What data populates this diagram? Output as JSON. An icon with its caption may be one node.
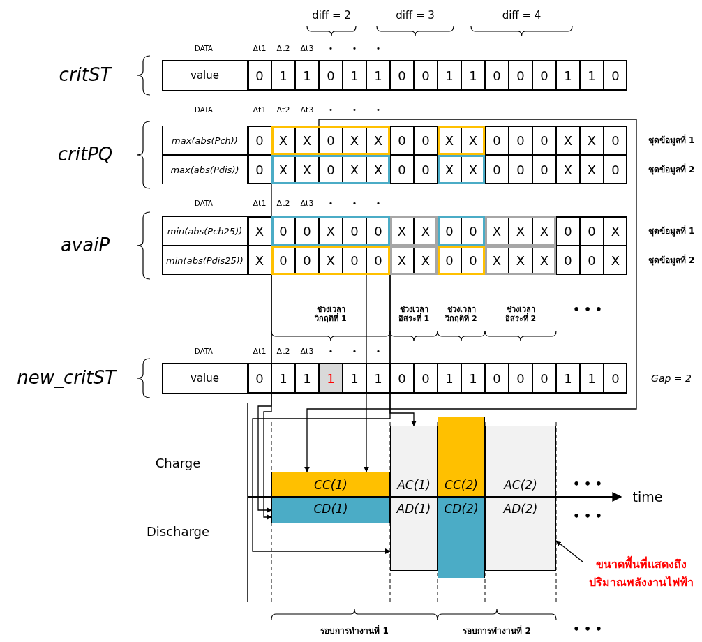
{
  "diagram": {
    "nodes": [
      {
        "text": [],
        "shape": "box"
      },
      {
        "text": [],
        "shape": "box"
      },
      {
        "text": [],
        "shape": "box"
      },
      {
        "text": [],
        "shape": "box"
      },
      {
        "text": [],
        "shape": "box"
      },
      {
        "text": [],
        "shape": "box"
      },
      {
        "text": [],
        "shape": "box"
      },
      {
        "text": [],
        "shape": "box"
      },
      {
        "text": [],
        "shape": "box"
      },
      {
        "text": [],
        "shape": "box"
      },
      {
        "text": [],
        "shape": "box"
      },
      {
        "text": [],
        "shape": "box"
      },
      {
        "text": [
          "CC(1)"
        ]
      },
      {
        "text": [
          "AC(1)"
        ]
      },
      {
        "text": [
          "CC(2)"
        ]
      },
      {
        "text": [
          "AC(2)"
        ]
      },
      {
        "text": [
          "CD(1)"
        ]
      },
      {
        "text": [
          "AD(1)"
        ]
      },
      {
        "text": [
          "CD(2)"
        ]
      },
      {
        "text": [
          "AD(2)"
        ]
      },
      {
        "text": [
          "ขนาดพื้นที่แสดงถึงปริมาณพลังงานไฟฟ้า"
        ]
      }
    ],
    "edges": [
      {
        "from": 0,
        "to": 12,
        "arrow": "to"
      },
      {
        "from": 8,
        "to": 12,
        "arrow": "to"
      },
      {
        "from": 2,
        "to": 16,
        "arrow": "to"
      },
      {
        "from": 4,
        "to": 16,
        "arrow": "to"
      },
      {
        "from": 5,
        "to": 13,
        "arrow": "to"
      },
      {
        "from": 9,
        "to": 17,
        "arrow": "to"
      },
      {
        "from": 20,
        "to": 19,
        "arrow": "to"
      }
    ],
    "labels": [
      "diff = 2",
      "diff = 3",
      "diff = 4",
      "DATA",
      "Δt1",
      "Δt2",
      "Δt3",
      "•",
      "•",
      "•",
      "critST",
      "value",
      "0",
      "1",
      "1",
      "0",
      "1",
      "1",
      "0",
      "0",
      "1",
      "1",
      "0",
      "0",
      "0",
      "1",
      "1",
      "0",
      "DATA",
      "Δt1",
      "Δt2",
      "Δt3",
      "•",
      "•",
      "•",
      "critPQ",
      "max(abs(Pch))",
      "0",
      "X",
      "X",
      "0",
      "X",
      "X",
      "0",
      "0",
      "X",
      "X",
      "0",
      "0",
      "0",
      "X",
      "X",
      "0",
      "ชุดข้อมูลที่ 1",
      "max(abs(Pdis))",
      "0",
      "X",
      "X",
      "0",
      "X",
      "X",
      "0",
      "0",
      "X",
      "X",
      "0",
      "0",
      "0",
      "X",
      "X",
      "0",
      "ชุดข้อมูลที่ 2",
      "DATA",
      "Δt1",
      "Δt2",
      "Δt3",
      "•",
      "•",
      "•",
      "avaiP",
      "min(abs(Pch25))",
      "X",
      "0",
      "0",
      "X",
      "0",
      "0",
      "X",
      "X",
      "0",
      "0",
      "X",
      "X",
      "X",
      "0",
      "0",
      "X",
      "ชุดข้อมูลที่ 1",
      "min(abs(Pdis25))",
      "X",
      "0",
      "0",
      "X",
      "0",
      "0",
      "X",
      "X",
      "0",
      "0",
      "X",
      "X",
      "X",
      "0",
      "0",
      "X",
      "ชุดข้อมูลที่ 2",
      "ช่วงเวลาวิกฤติที่ 1",
      "ช่วงเวลาอิสระที่ 1",
      "ช่วงเวลาวิกฤติที่ 2",
      "ช่วงเวลาอิสระที่ 2",
      "• • •",
      "DATA",
      "Δt1",
      "Δt2",
      "Δt3",
      "•",
      "•",
      "•",
      "new_critST",
      "value",
      "0",
      "1",
      "1",
      "1",
      "1",
      "1",
      "0",
      "0",
      "1",
      "1",
      "0",
      "0",
      "0",
      "1",
      "1",
      "0",
      "Gap = 2",
      "Charge",
      "• • •",
      "time",
      "Discharge",
      "• • •",
      "รอบการทำงานที่ 1",
      "รอบการทำงานที่ 2",
      "• • •"
    ]
  }
}
